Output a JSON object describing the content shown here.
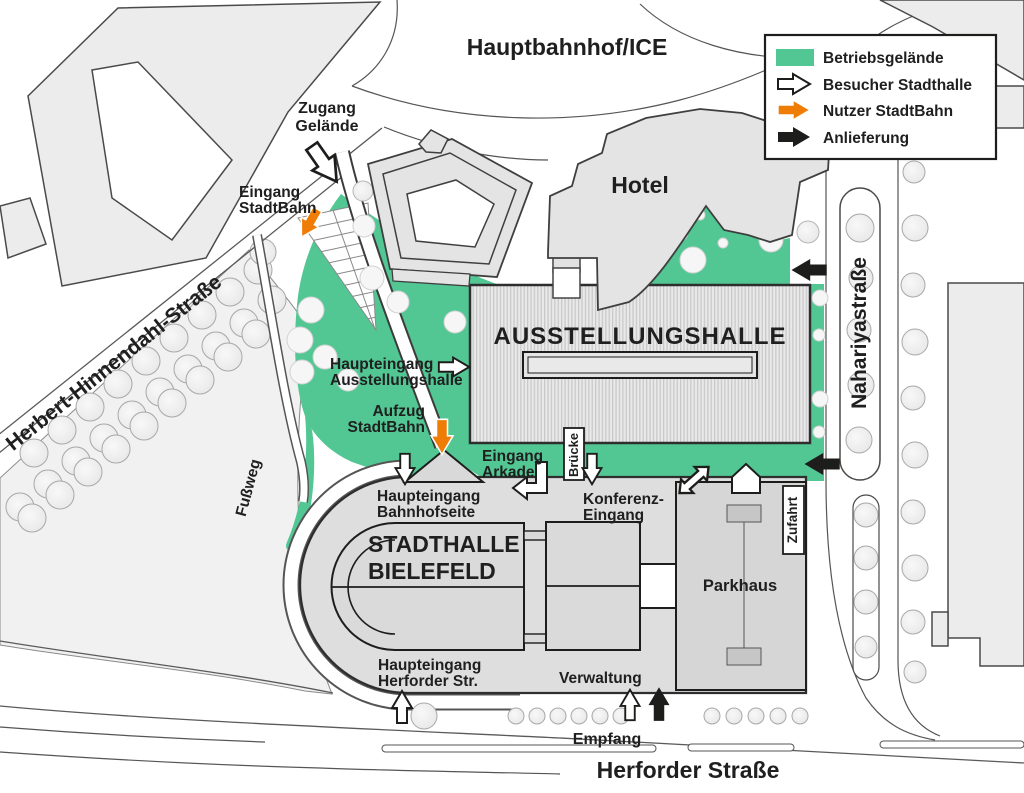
{
  "colors": {
    "betriebsgelaende": "#52c794",
    "nutzer_stadtbahn": "#ef7d05",
    "anlieferung": "#1d1d1b"
  },
  "legend": {
    "items": [
      {
        "label": "Betriebsgelände",
        "symbol": "green-square"
      },
      {
        "label": "Besucher Stadthalle",
        "symbol": "white-arrow"
      },
      {
        "label": "Nutzer StadtBahn",
        "symbol": "orange-arrow"
      },
      {
        "label": "Anlieferung",
        "symbol": "black-arrow"
      }
    ]
  },
  "streets": {
    "hauptbahnhof": "Hauptbahnhof/ICE",
    "herbert": "Herbert-Hinnendahl-Straße",
    "nahariya": "Nahariyastraße",
    "herforder": "Herforder Straße",
    "fussweg": "Fußweg"
  },
  "buildings": {
    "hotel": "Hotel",
    "ausstellungshalle": "AUSSTELLUNGSHALLE",
    "stadthalle_line1": "STADTHALLE",
    "stadthalle_line2": "BIELEFELD",
    "parkhaus": "Parkhaus"
  },
  "labels": {
    "zugang_1": "Zugang",
    "zugang_2": "Gelände",
    "eingang_stadtbahn_1": "Eingang",
    "eingang_stadtbahn_2": "StadtBahn",
    "haupteingang_ausstellungshalle_1": "Haupteingang",
    "haupteingang_ausstellungshalle_2": "Ausstellungshalle",
    "aufzug_1": "Aufzug",
    "aufzug_2": "StadtBahn",
    "eingang_arkade_1": "Eingang",
    "eingang_arkade_2": "Arkade",
    "bruecke": "Brücke",
    "konferenz_1": "Konferenz-",
    "konferenz_2": "Eingang",
    "bahnhofseite_1": "Haupteingang",
    "bahnhofseite_2": "Bahnhofseite",
    "herforder_eingang_1": "Haupteingang",
    "herforder_eingang_2": "Herforder Str.",
    "verwaltung": "Verwaltung",
    "zufahrt": "Zufahrt",
    "empfang": "Empfang"
  }
}
